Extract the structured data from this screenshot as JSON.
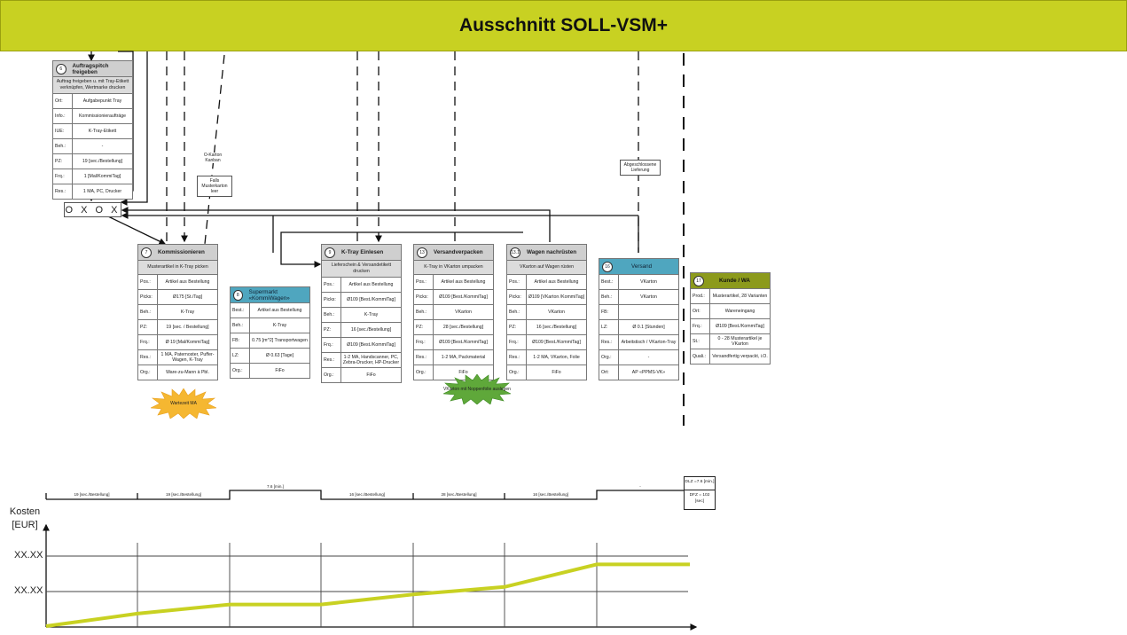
{
  "header": {
    "title": "Ausschnitt SOLL-VSM+",
    "color": "#c8d122"
  },
  "kanban": {
    "label": "O X O X"
  },
  "notes": {
    "okarton": "O-Karton Kanban",
    "falls": "Falls Musterkarton leer",
    "abgeschlossen": "Abgeschlossene Lieferung"
  },
  "processes": [
    {
      "num": "6",
      "title": "Auftragspitch freigeben",
      "subtitle": "Auftrag freigeben u. mit Tray-Etikett verknüpfen, Wertmarke drucken",
      "rows": [
        [
          "Ort:",
          "Aufgabepunkt Tray"
        ],
        [
          "Info.:",
          "Kommissionieraufträge"
        ],
        [
          "IUE:",
          "K-Tray-Etikett"
        ],
        [
          "Beh.:",
          "-"
        ],
        [
          "PZ:",
          "19 [sec./Bestellung]"
        ],
        [
          "Frq.:",
          "1 [Mal/KommiTag]"
        ],
        [
          "Res.:",
          "1 MA, PC, Drucker"
        ]
      ]
    },
    {
      "num": "7",
      "title": "Kommissionieren",
      "subtitle": "Musterartikel in K-Tray picken",
      "rows": [
        [
          "Pos.:",
          "Artikel aus Bestellung"
        ],
        [
          "Picks:",
          "Ø175 [St./Tag]"
        ],
        [
          "Beh.:",
          "K-Tray"
        ],
        [
          "PZ:",
          "19 [sec. / Bestellung]"
        ],
        [
          "Frq.:",
          "Ø 19 [Mal/KommiTag]"
        ],
        [
          "Res.:",
          "1 MA, Paternoster, Puffer-Wagen, K-Tray"
        ],
        [
          "Org.:",
          "Ware-zu-Mann à Pbl."
        ]
      ]
    },
    {
      "num": "8",
      "title": "Supermarkt «KommiWagen»",
      "subtitle": "",
      "rows": [
        [
          "Best.:",
          "Artikel aus Bestellung"
        ],
        [
          "Beh.:",
          "K-Tray"
        ],
        [
          "FB:",
          "0.75 [m^2] Transportwagen"
        ],
        [
          "LZ:",
          "Ø 0.63 [Tage]"
        ],
        [
          "Org.:",
          "FiFo"
        ]
      ]
    },
    {
      "num": "9",
      "title": "K-Tray Einlesen",
      "subtitle": "Lieferschein & Versandetikett drucken",
      "rows": [
        [
          "Pos.:",
          "Artikel aus Bestellung"
        ],
        [
          "Picks:",
          "Ø109 [Best./KommiTag]"
        ],
        [
          "Beh.:",
          "K-Tray"
        ],
        [
          "PZ:",
          "16 [sec./Bestellung]"
        ],
        [
          "Frq.:",
          "Ø109 [Best./KommiTag]"
        ],
        [
          "Res.:",
          "1-2 MA, Handscanner, PC, Zebra-Drucker, HP-Drucker"
        ],
        [
          "Org.:",
          "FiFo"
        ]
      ]
    },
    {
      "num": "13",
      "title": "Versandverpacken",
      "subtitle": "K-Tray in VKarton umpacken",
      "rows": [
        [
          "Pos.:",
          "Artikel aus Bestellung"
        ],
        [
          "Picks:",
          "Ø109 [Best./KommiTag]"
        ],
        [
          "Beh.:",
          "VKarton"
        ],
        [
          "PZ:",
          "28 [sec./Bestellung]"
        ],
        [
          "Frq.:",
          "Ø109 [Best./KommiTag]"
        ],
        [
          "Res.:",
          "1-2 MA, Packmaterial"
        ],
        [
          "Org.:",
          "FiFo"
        ]
      ]
    },
    {
      "num": "13.1",
      "title": "Wagen nachrüsten",
      "subtitle": "VKarton auf Wagen rüsten",
      "rows": [
        [
          "Pos.:",
          "Artikel aus Bestellung"
        ],
        [
          "Picks:",
          "Ø109 [VKarton /KommiTag]"
        ],
        [
          "Beh.:",
          "VKarton"
        ],
        [
          "PZ:",
          "16 [sec./Bestellung]"
        ],
        [
          "Frq.:",
          "Ø109 [Best./KommiTag]"
        ],
        [
          "Res.:",
          "1-2 MA, VKarton, Folie"
        ],
        [
          "Org.:",
          "FiFo"
        ]
      ]
    },
    {
      "num": "16",
      "title": "Versand",
      "subtitle": "",
      "rows": [
        [
          "Best.:",
          "VKarton"
        ],
        [
          "Beh.:",
          "VKarton"
        ],
        [
          "FB:",
          ""
        ],
        [
          "LZ:",
          "Ø 0.1 [Stunden]"
        ],
        [
          "Res.:",
          "Arbeitstisch / VKarton-Tray"
        ],
        [
          "Org.:",
          "-"
        ],
        [
          "Ort:",
          "AP «PPMS-VK»"
        ]
      ]
    },
    {
      "num": "17",
      "title": "Kunde / WA",
      "subtitle": "",
      "rows": [
        [
          "Prod.:",
          "Musterartikel, 28 Varianten"
        ],
        [
          "Ort:",
          "Wareneingang"
        ],
        [
          "Frq.:",
          "Ø109 [Best./KommiTag]"
        ],
        [
          "St.:",
          "0 - 28 Musterartikel je VKarton"
        ],
        [
          "Quali.:",
          "Versandfertig verpackt, i.O."
        ]
      ]
    }
  ],
  "bursts": {
    "wartezeit": "Wartezeit MA",
    "vkarton": "VKarton mit Noppenfolie auslegen"
  },
  "timeline": {
    "segments": [
      "19 [sec./Bestellung]",
      "19 [sec./Bestellung]",
      "7.6 [min.]",
      "16 [sec./Bestellung]",
      "28 [sec./Bestellung]",
      "16 [sec./Bestellung]",
      "-"
    ],
    "dlz": "DLZ =7.6 [min.]",
    "dfz": "DFZ = 102 [sec]"
  },
  "cost_chart": {
    "ylabel": "Kosten [EUR]",
    "ytick_labels": [
      "XX.XX",
      "XX.XX"
    ],
    "line_color": "#c8d122",
    "points_relative": [
      0.0,
      0.15,
      0.26,
      0.26,
      0.38,
      0.47,
      0.74,
      0.74
    ]
  }
}
